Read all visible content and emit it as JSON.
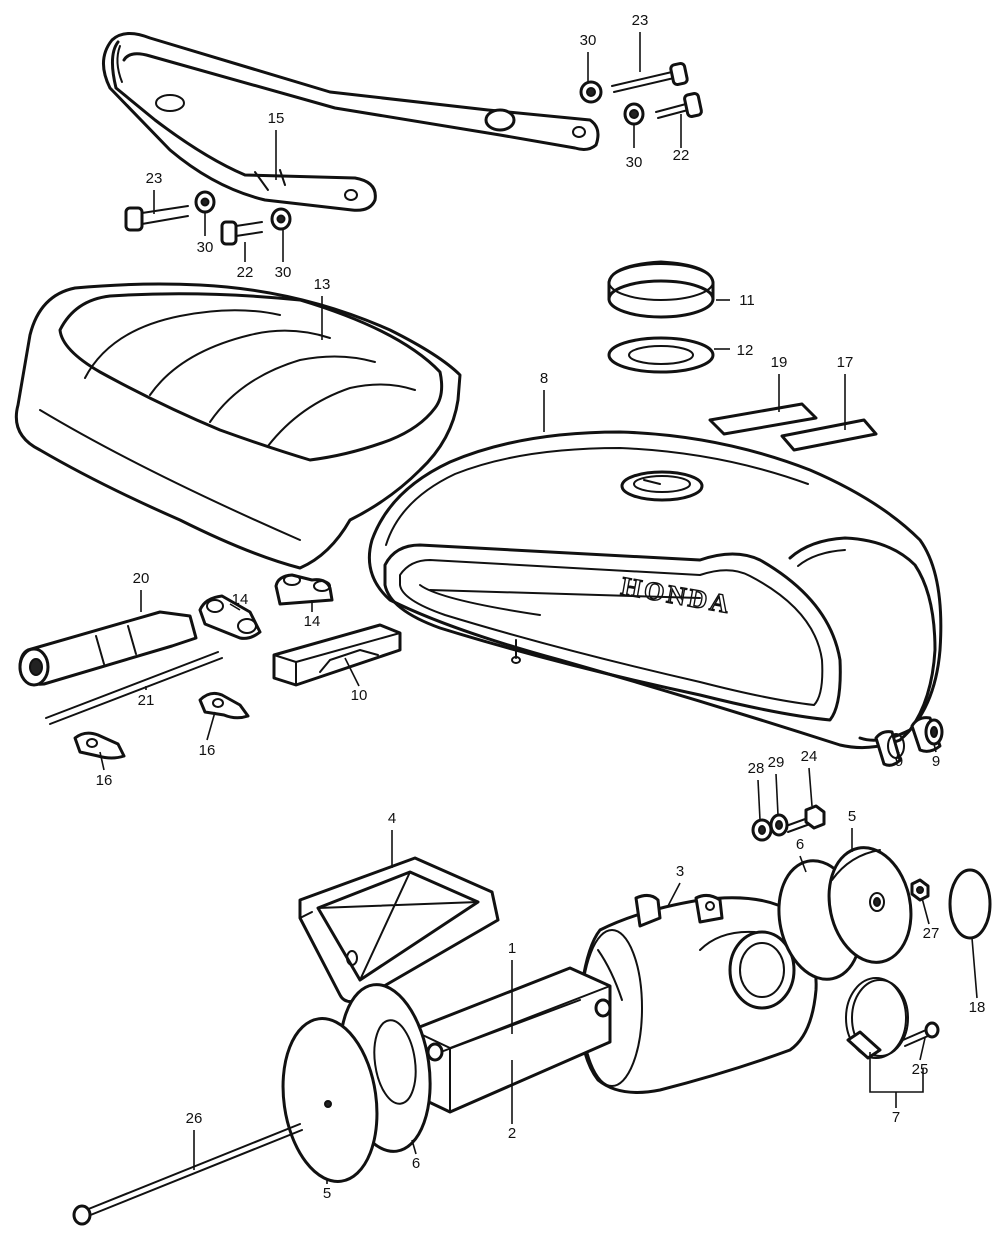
{
  "brand_text": "HONDA",
  "callouts": {
    "c1": "1",
    "c2": "2",
    "c3": "3",
    "c4": "4",
    "c5a": "5",
    "c5b": "5",
    "c6a": "6",
    "c6b": "6",
    "c7": "7",
    "c8": "8",
    "c9a": "9",
    "c9b": "9",
    "c10": "10",
    "c11": "11",
    "c12": "12",
    "c13": "13",
    "c14a": "14",
    "c14b": "14",
    "c15": "15",
    "c16a": "16",
    "c16b": "16",
    "c17": "17",
    "c18": "18",
    "c19": "19",
    "c20": "20",
    "c21": "21",
    "c22a": "22",
    "c22b": "22",
    "c23a": "23",
    "c23b": "23",
    "c24": "24",
    "c25": "25",
    "c26": "26",
    "c27": "27",
    "c28": "28",
    "c29": "29",
    "c30a": "30",
    "c30b": "30",
    "c30c": "30",
    "c30d": "30"
  }
}
